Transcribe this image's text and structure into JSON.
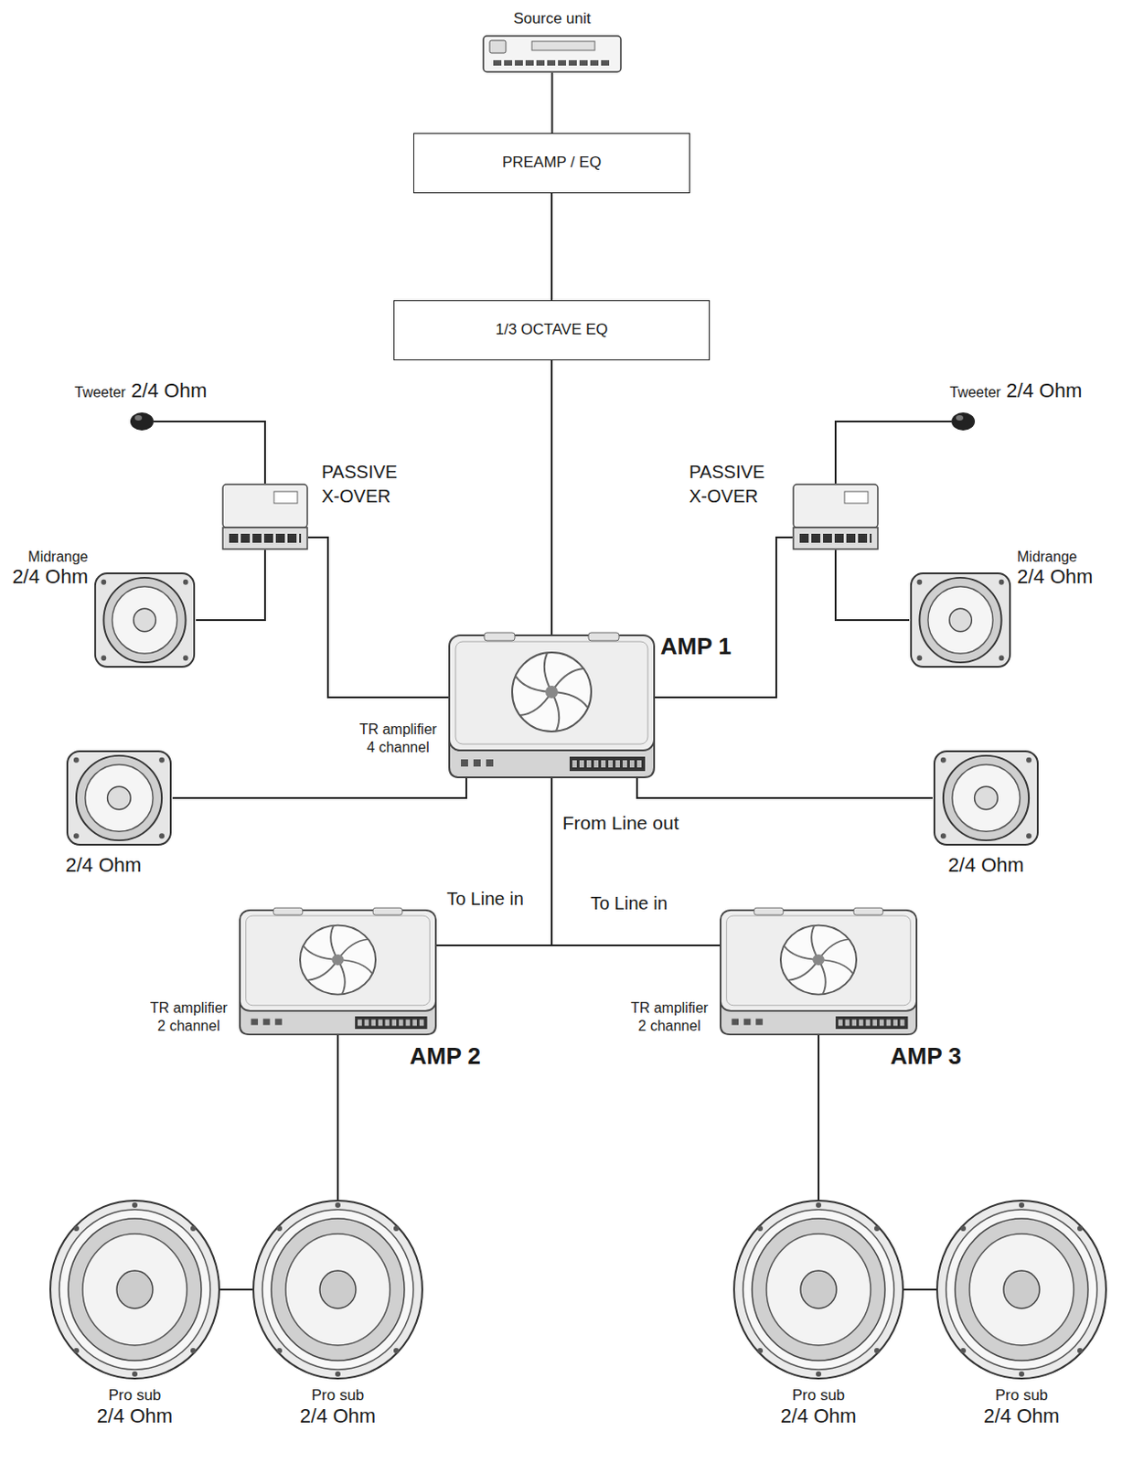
{
  "diagram": {
    "nodes": [
      {
        "text": [
          "Source unit"
        ]
      },
      {
        "text": [
          "PREAMP / EQ"
        ]
      },
      {
        "text": [
          "1/3 OCTAVE EQ"
        ]
      },
      {
        "text": [
          "Tweeter",
          "2/4 Ohm"
        ]
      },
      {
        "text": [
          "Tweeter",
          "2/4 Ohm"
        ]
      },
      {
        "text": [
          "PASSIVE X-OVER"
        ]
      },
      {
        "text": [
          "PASSIVE X-OVER"
        ]
      },
      {
        "text": [
          "Midrange",
          "2/4 Ohm"
        ]
      },
      {
        "text": [
          "Midrange",
          "2/4 Ohm"
        ]
      },
      {
        "text": [
          "AMP 1",
          "TR amplifier 4 channel"
        ]
      },
      {
        "text": [
          "2/4 Ohm"
        ]
      },
      {
        "text": [
          "2/4 Ohm"
        ]
      },
      {
        "text": [
          "TR amplifier 2 channel",
          "AMP 2"
        ]
      },
      {
        "text": [
          "TR amplifier 2 channel",
          "AMP 3"
        ]
      },
      {
        "text": [
          "Pro sub",
          "2/4 Ohm"
        ]
      },
      {
        "text": [
          "Pro sub",
          "2/4 Ohm"
        ]
      },
      {
        "text": [
          "Pro sub",
          "2/4 Ohm"
        ]
      },
      {
        "text": [
          "Pro sub",
          "2/4 Ohm"
        ]
      }
    ],
    "edges": [
      {
        "from": 0,
        "to": 1,
        "arrow": "none"
      },
      {
        "from": 1,
        "to": 2,
        "arrow": "none"
      },
      {
        "from": 2,
        "to": 9,
        "arrow": "none"
      },
      {
        "from": 9,
        "to": 5,
        "arrow": "none"
      },
      {
        "from": 5,
        "to": 3,
        "arrow": "none"
      },
      {
        "from": 5,
        "to": 7,
        "arrow": "none"
      },
      {
        "from": 9,
        "to": 6,
        "arrow": "none"
      },
      {
        "from": 6,
        "to": 4,
        "arrow": "none"
      },
      {
        "from": 6,
        "to": 8,
        "arrow": "none"
      },
      {
        "from": 9,
        "to": 10,
        "arrow": "none"
      },
      {
        "from": 9,
        "to": 11,
        "arrow": "none"
      },
      {
        "from": 9,
        "to": 12,
        "label": "To Line in",
        "arrow": "none"
      },
      {
        "from": 9,
        "to": 13,
        "label": "To Line in",
        "arrow": "none"
      },
      {
        "from": 12,
        "to": 15,
        "arrow": "none"
      },
      {
        "from": 15,
        "to": 14,
        "arrow": "none"
      },
      {
        "from": 13,
        "to": 16,
        "arrow": "none"
      },
      {
        "from": 16,
        "to": 17,
        "arrow": "none"
      }
    ],
    "labels": [
      "From Line out"
    ]
  }
}
